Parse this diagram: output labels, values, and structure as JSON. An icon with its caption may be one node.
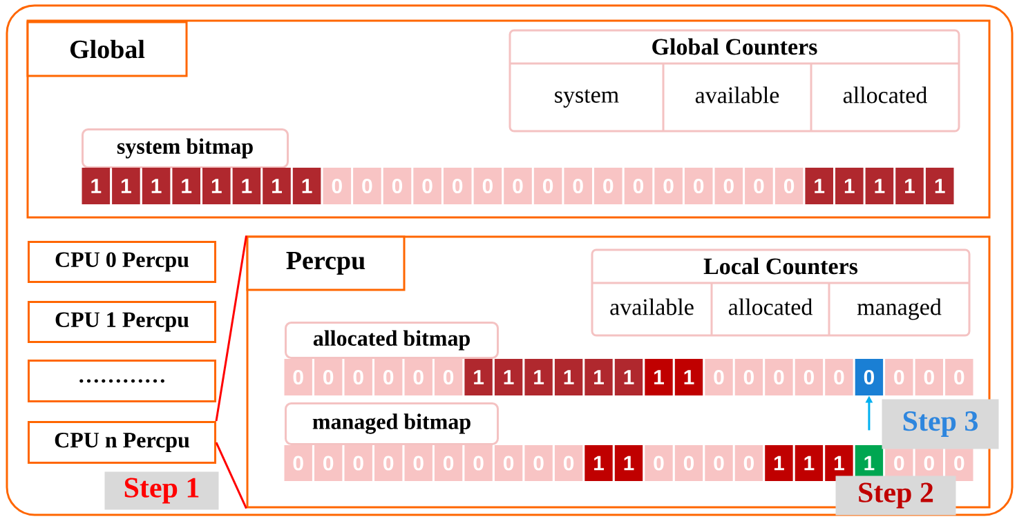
{
  "diagram": {
    "nodes": [
      {
        "text": [
          "Global"
        ]
      },
      {
        "text": [
          "Global Counters"
        ],
        "in": 0
      },
      {
        "text": [
          "system"
        ],
        "in": 1
      },
      {
        "text": [
          "available"
        ],
        "in": 1
      },
      {
        "text": [
          "allocated"
        ],
        "in": 1
      },
      {
        "text": [
          "system bitmap"
        ],
        "in": 0
      },
      {
        "text": [
          "CPU 0 Percpu"
        ]
      },
      {
        "text": [
          "CPU 1 Percpu"
        ]
      },
      {
        "text": [
          "…………"
        ]
      },
      {
        "text": [
          "CPU n Percpu"
        ]
      },
      {
        "text": [
          "Percpu"
        ]
      },
      {
        "text": [
          "Local Counters"
        ],
        "in": 10
      },
      {
        "text": [
          "available"
        ],
        "in": 11
      },
      {
        "text": [
          "allocated"
        ],
        "in": 11
      },
      {
        "text": [
          "managed"
        ],
        "in": 11
      },
      {
        "text": [
          "allocated bitmap"
        ],
        "in": 10
      },
      {
        "text": [
          "0"
        ],
        "in": 10
      },
      {
        "text": [
          "managed bitmap"
        ],
        "in": 10
      },
      {
        "text": [
          "Step 1"
        ]
      },
      {
        "text": [
          "Step 3"
        ]
      },
      {
        "text": [
          "Step 2"
        ]
      }
    ],
    "edges": [
      {
        "from": 9,
        "to": 10,
        "arrow": "none",
        "color": "#ff0000"
      },
      {
        "from": 9,
        "to": 10,
        "arrow": "none",
        "color": "#ff0000"
      },
      {
        "from": null,
        "to": 16,
        "arrow": "to",
        "color": "#00b0f0"
      }
    ],
    "labels": [
      "1",
      "1",
      "1",
      "1",
      "1",
      "1",
      "1",
      "1",
      "0",
      "0",
      "0",
      "0",
      "0",
      "0",
      "0",
      "0",
      "0",
      "0",
      "0",
      "0",
      "0",
      "0",
      "0",
      "0",
      "1",
      "1",
      "1",
      "1",
      "1",
      "0",
      "0",
      "0",
      "0",
      "0",
      "0",
      "1",
      "1",
      "1",
      "1",
      "1",
      "1",
      "1",
      "1",
      "0",
      "0",
      "0",
      "0",
      "0",
      "0",
      "0",
      "0",
      "0",
      "0",
      "0",
      "0",
      "0",
      "0",
      "0",
      "0",
      "0",
      "0",
      "1",
      "1",
      "0",
      "0",
      "0",
      "0",
      "1",
      "1",
      "1",
      "1",
      "0",
      "0",
      "0"
    ]
  }
}
